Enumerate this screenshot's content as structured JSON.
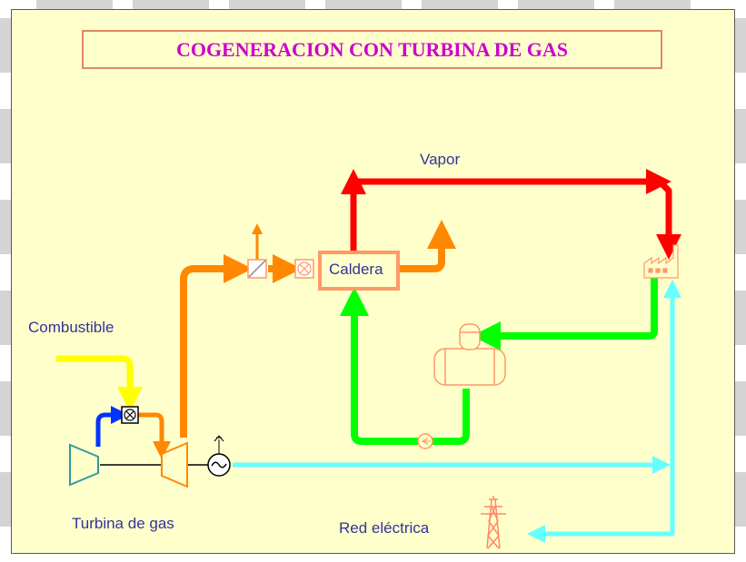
{
  "title": "COGENERACION CON TURBINA DE GAS",
  "labels": {
    "vapor": "Vapor",
    "caldera": "Caldera",
    "combustible": "Combustible",
    "turbina": "Turbina de gas",
    "red": "Red eléctrica"
  },
  "colors": {
    "background": "#ffffcc",
    "title_text": "#cc00cc",
    "title_border": "#e08860",
    "label_text": "#333399",
    "steam": "#ff0000",
    "exhaust": "#ff8800",
    "fuel": "#ffff00",
    "air": "#0033ff",
    "condensate": "#00ff00",
    "electricity": "#66ffff",
    "equipment": "#ff9966",
    "compressor": "#339999"
  },
  "icons": [
    "compressor-icon",
    "gas-turbine-icon",
    "generator-icon",
    "burner-valve-icon",
    "heat-exchanger-icon",
    "boiler-icon",
    "factory-icon",
    "deaerator-tank-icon",
    "pump-icon",
    "power-tower-icon"
  ]
}
